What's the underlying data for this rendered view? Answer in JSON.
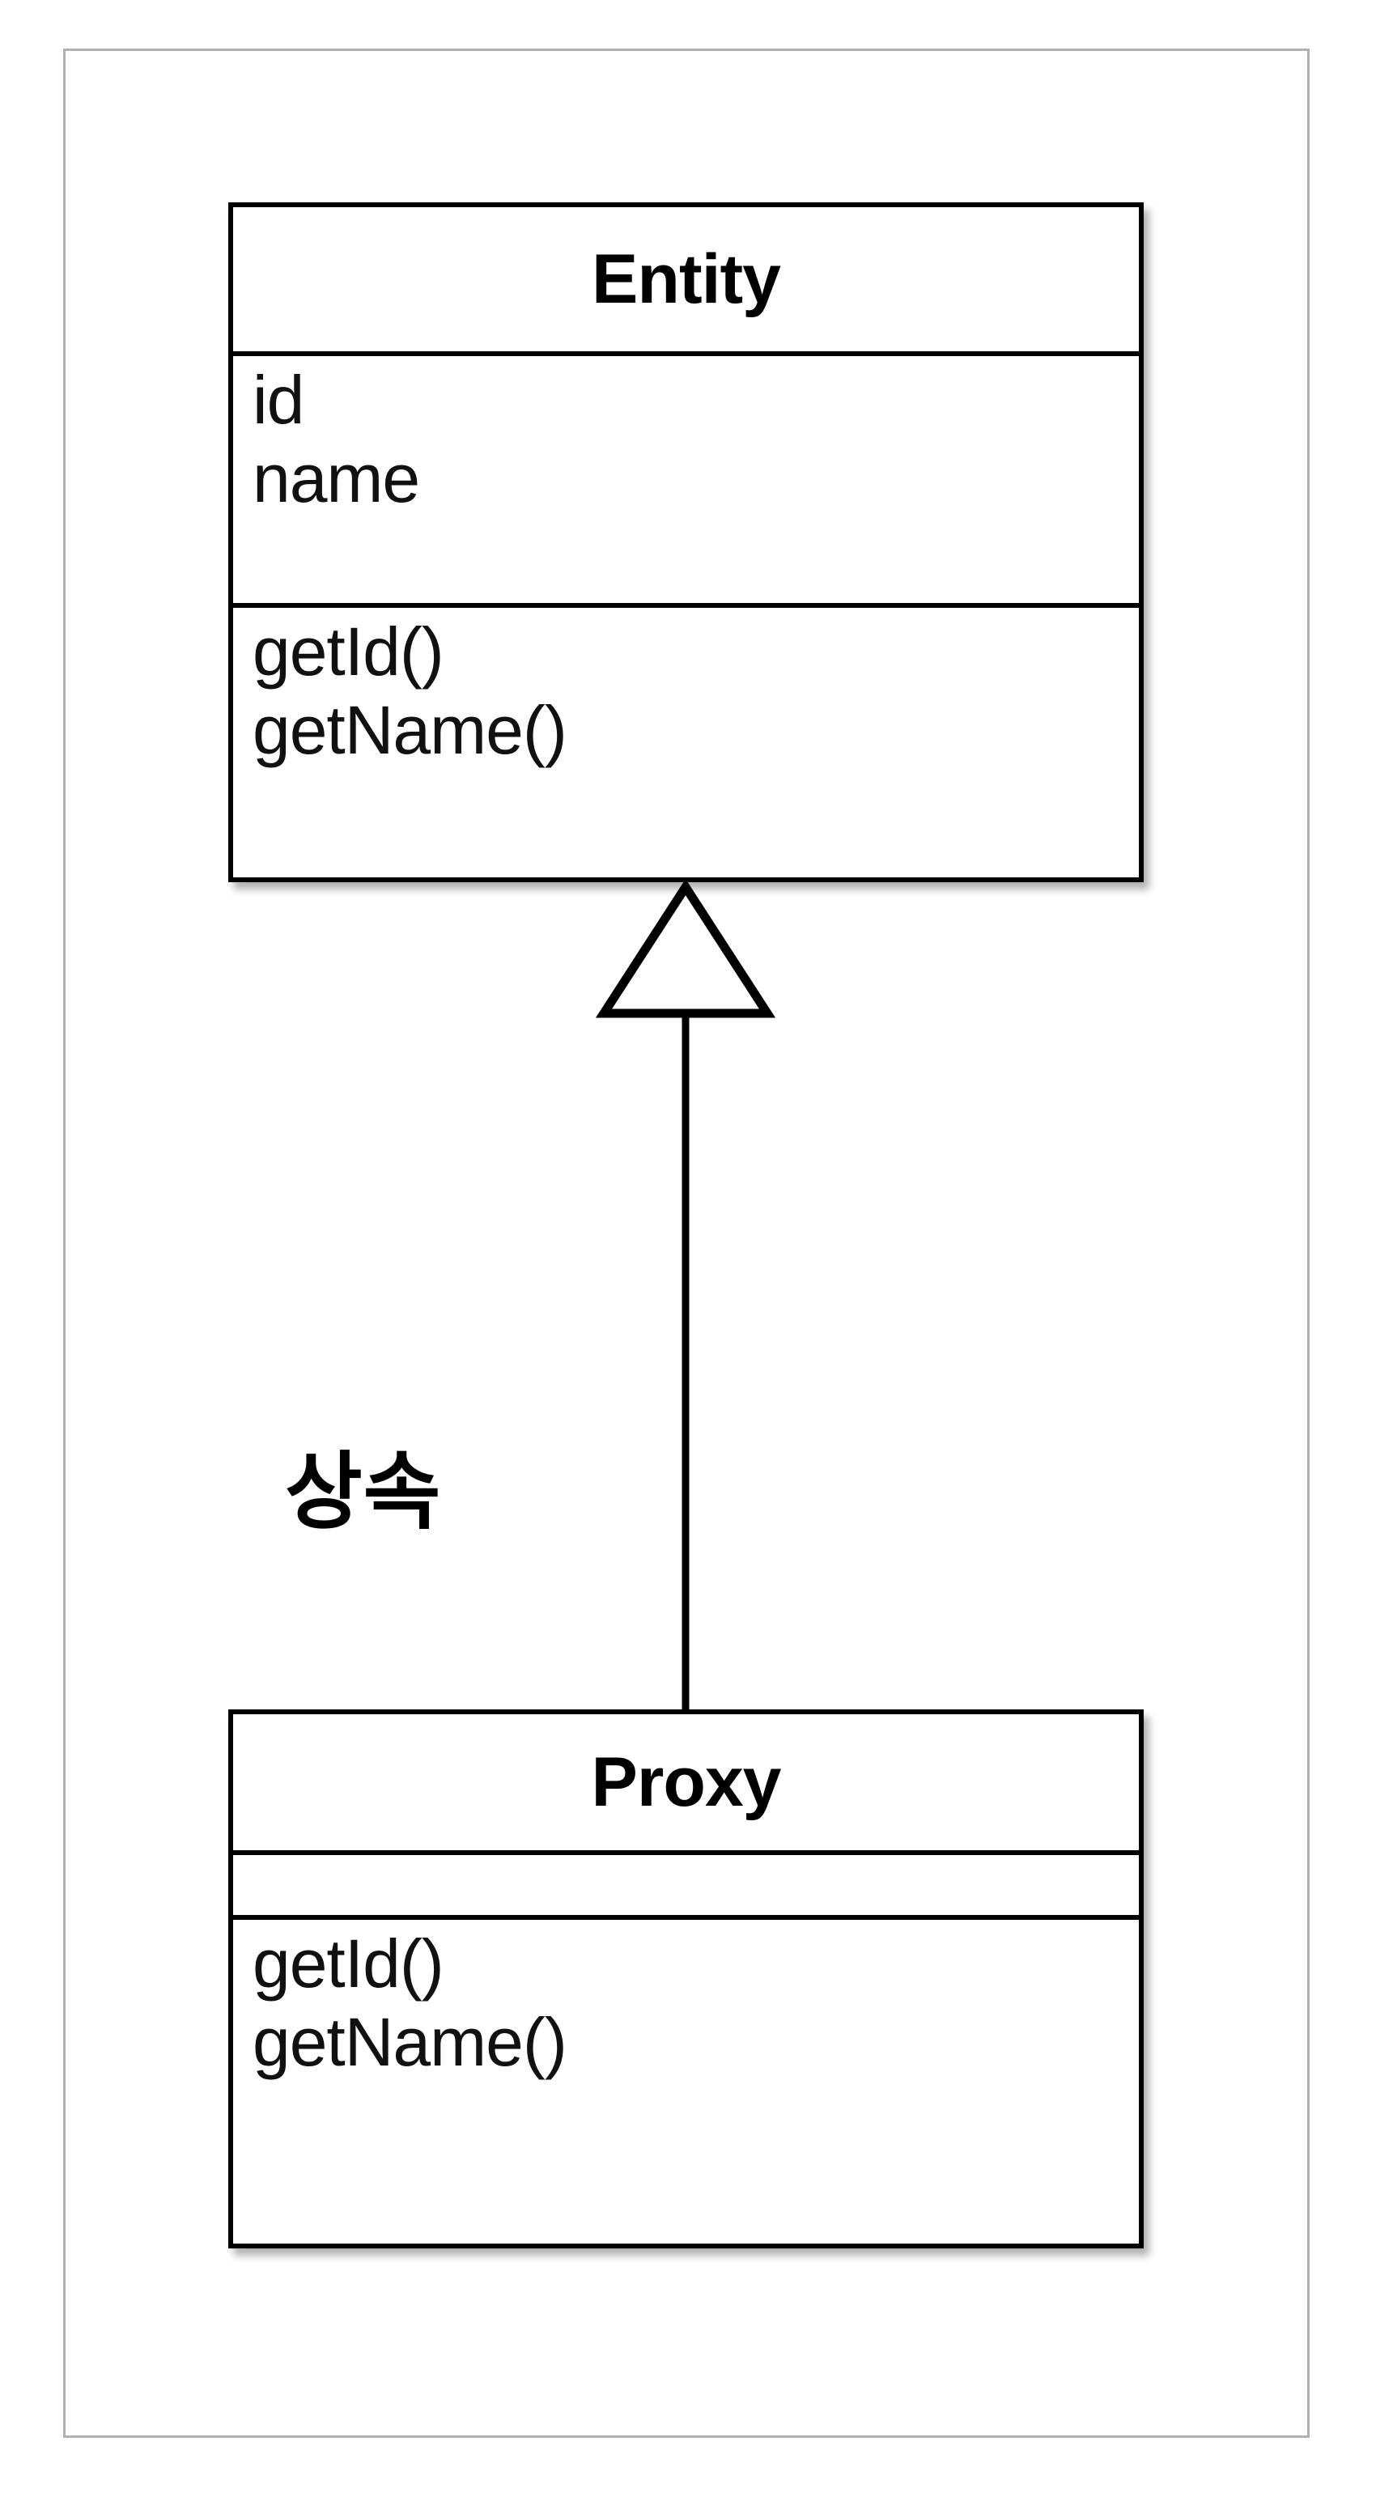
{
  "diagram": {
    "type": "uml-class-diagram",
    "notation": "UML",
    "language": "ko",
    "frame_border_color": "#b0b0b0",
    "line_color": "#000000",
    "background_color": "#ffffff"
  },
  "classes": [
    {
      "id": "entity",
      "name": "Entity",
      "attributes": [
        "id",
        "name"
      ],
      "methods": [
        "getId()",
        "getName()"
      ]
    },
    {
      "id": "proxy",
      "name": "Proxy",
      "attributes": [],
      "methods": [
        "getId()",
        "getName()"
      ]
    }
  ],
  "relationship": {
    "kind": "generalization",
    "label": "상속",
    "from": "Proxy",
    "to": "Entity",
    "arrow_icon": "hollow-triangle-arrowhead",
    "arrow_fill": "#ffffff",
    "arrow_stroke": "#000000"
  }
}
